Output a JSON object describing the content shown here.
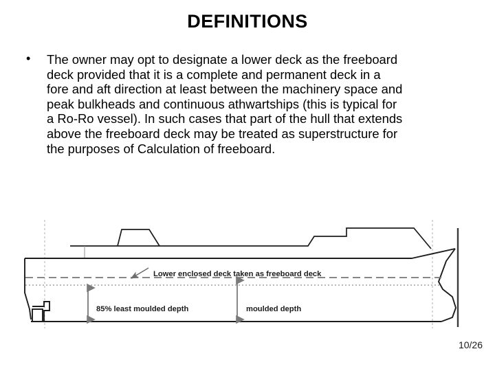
{
  "slide": {
    "title": "DEFINITIONS",
    "page_number": "10/26",
    "background_color": "#ffffff",
    "text_color": "#000000"
  },
  "body": {
    "bullets": [
      "The owner may opt to designate a lower deck as the freeboard deck provided that it is a complete and permanent deck in a fore and aft direction at least between the machinery space and peak bulkheads and continuous athwartships (this is typical for a Ro-Ro vessel). In such cases that part of the hull that extends above the freeboard deck may be treated as superstructure for the purposes of Calculation of freeboard."
    ]
  },
  "figure": {
    "name": "ship-profile-freeboard-deck-diagram",
    "caption_labels": {
      "freeboard_deck": "Lower enclosed deck taken as freeboard deck",
      "least_moulded_depth": "85% least moulded depth",
      "moulded_depth": "moulded depth"
    },
    "line_color": "#1c1c1c",
    "guide_color": "#9a9a9a",
    "arrow_color": "#7a7a7a"
  }
}
